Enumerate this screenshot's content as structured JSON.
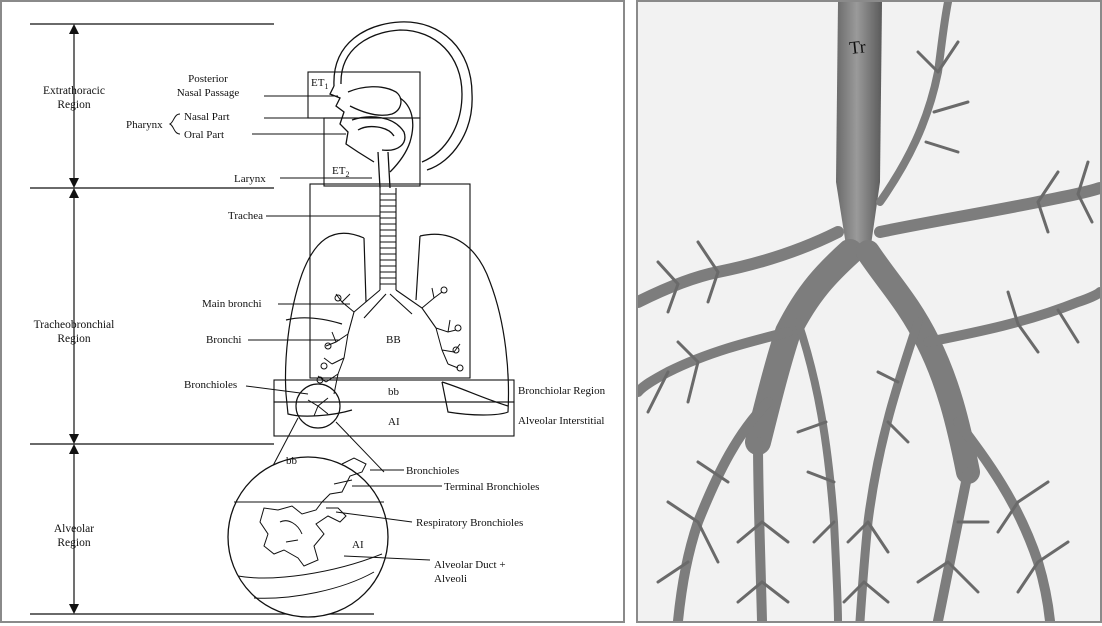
{
  "diagram": {
    "regions": [
      {
        "line1": "Extrathoracic",
        "line2": "Region"
      },
      {
        "line1": "Tracheobronchial",
        "line2": "Region"
      },
      {
        "line1": "Alveolar",
        "line2": "Region"
      }
    ],
    "labels": {
      "posterior": "Posterior",
      "nasal_passage": "Nasal Passage",
      "pharynx": "Pharynx",
      "nasal_part": "Nasal Part",
      "oral_part": "Oral Part",
      "larynx": "Larynx",
      "trachea": "Trachea",
      "main_bronchi": "Main bronchi",
      "bronchi": "Bronchi",
      "bronchioles": "Bronchioles",
      "et1": "ET",
      "et1_sub": "1",
      "et2": "ET",
      "et2_sub": "2",
      "bb_upper": "BB",
      "bb_lower": "bb",
      "ai": "AI",
      "bronchiolar_region": "Bronchiolar Region",
      "alveolar_interstitial": "Alveolar Interstitial"
    },
    "inset": {
      "bb": "bb",
      "ai": "AI",
      "bronchioles": "Bronchioles",
      "terminal_bronchioles": "Terminal Bronchioles",
      "respiratory_bronchioles": "Respiratory Bronchioles",
      "alveolar_duct_line1": "Alveolar Duct +",
      "alveolar_duct_line2": "Alveoli"
    }
  },
  "cast_photo": {
    "trachea_label": "Tr"
  },
  "colors": {
    "ink": "#111111",
    "border": "#8a8a8a",
    "cast_gray": "#7d7d7d",
    "cast_dark": "#5e5e5e",
    "photo_bg": "#f2f2f2"
  }
}
